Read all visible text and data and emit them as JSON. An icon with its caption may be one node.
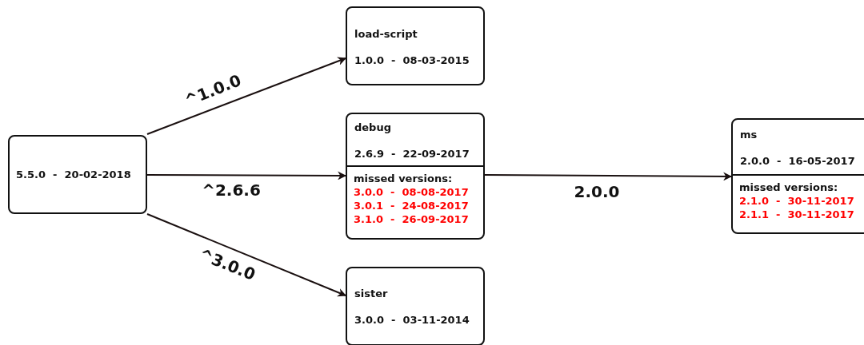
{
  "diagram": {
    "nodes": [
      {
        "text": [
          "5.5.0 - 20-02-2018"
        ]
      },
      {
        "text": [
          "load-script",
          "1.0.0 - 08-03-2015"
        ]
      },
      {
        "text": [
          "debug",
          "2.6.9 - 22-09-2017"
        ]
      },
      {
        "text": [
          "missed versions:",
          "3.0.0 - 08-08-2017",
          "3.0.1 - 24-08-2017",
          "3.1.0 - 26-09-2017"
        ],
        "in": 2
      },
      {
        "text": [
          "sister",
          "3.0.0 - 03-11-2014"
        ]
      },
      {
        "text": [
          "ms",
          "2.0.0 - 16-05-2017"
        ]
      },
      {
        "text": [
          "missed versions:",
          "2.1.0 - 30-11-2017",
          "2.1.1 - 30-11-2017"
        ],
        "in": 5
      }
    ],
    "edges": [
      {
        "from": 0,
        "to": 1,
        "arrow": "to",
        "label": "^1.0.0"
      },
      {
        "from": 0,
        "to": 2,
        "arrow": "to",
        "label": "^2.6.6"
      },
      {
        "from": 0,
        "to": 4,
        "arrow": "to",
        "label": "^3.0.0"
      },
      {
        "from": 2,
        "to": 5,
        "arrow": "to",
        "label": "2.0.0"
      }
    ]
  }
}
